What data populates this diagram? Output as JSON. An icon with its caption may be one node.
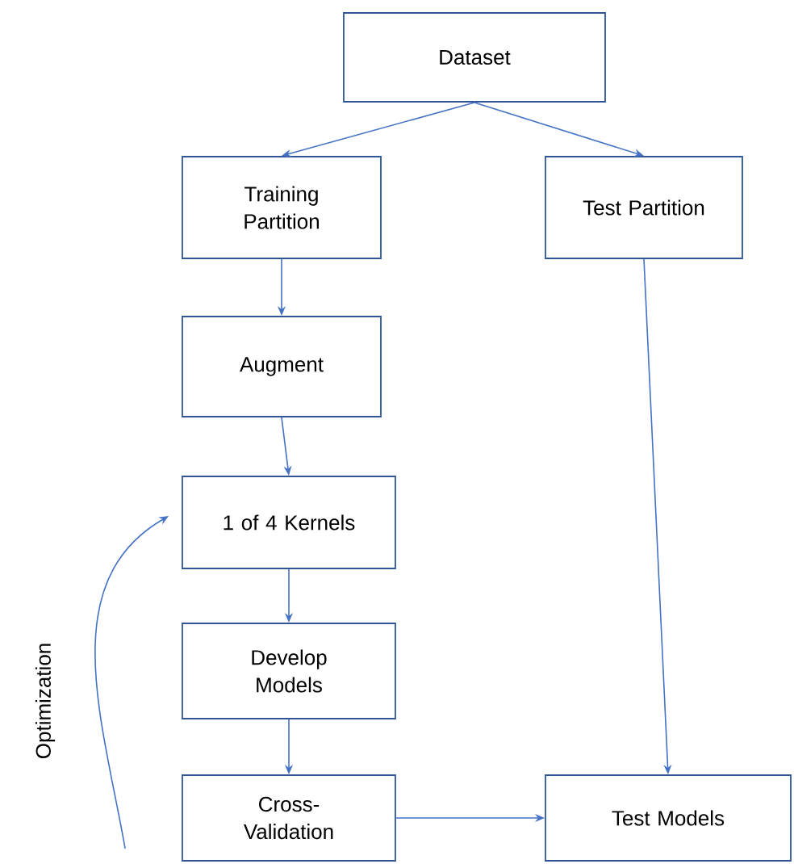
{
  "diagram": {
    "nodes": [
      {
        "text": [
          "Dataset"
        ]
      },
      {
        "text": [
          "Training Partition"
        ]
      },
      {
        "text": [
          "Test Partition"
        ]
      },
      {
        "text": [
          "Augment"
        ]
      },
      {
        "text": [
          "1 of 4 Kernels"
        ]
      },
      {
        "text": [
          "Develop Models"
        ]
      },
      {
        "text": [
          "Cross-Validation"
        ]
      },
      {
        "text": [
          "Test Models"
        ]
      }
    ],
    "edges": [
      {
        "from": 0,
        "to": 1,
        "arrow": "to"
      },
      {
        "from": 0,
        "to": 2,
        "arrow": "to"
      },
      {
        "from": 1,
        "to": 3,
        "arrow": "to"
      },
      {
        "from": 3,
        "to": 4,
        "arrow": "to"
      },
      {
        "from": 4,
        "to": 5,
        "arrow": "to"
      },
      {
        "from": 5,
        "to": 6,
        "arrow": "to"
      },
      {
        "from": 2,
        "to": 7,
        "arrow": "to"
      },
      {
        "from": 6,
        "to": 7,
        "arrow": "to"
      },
      {
        "from": 6,
        "to": 4,
        "arrow": "to",
        "label": "Optimization"
      }
    ]
  }
}
